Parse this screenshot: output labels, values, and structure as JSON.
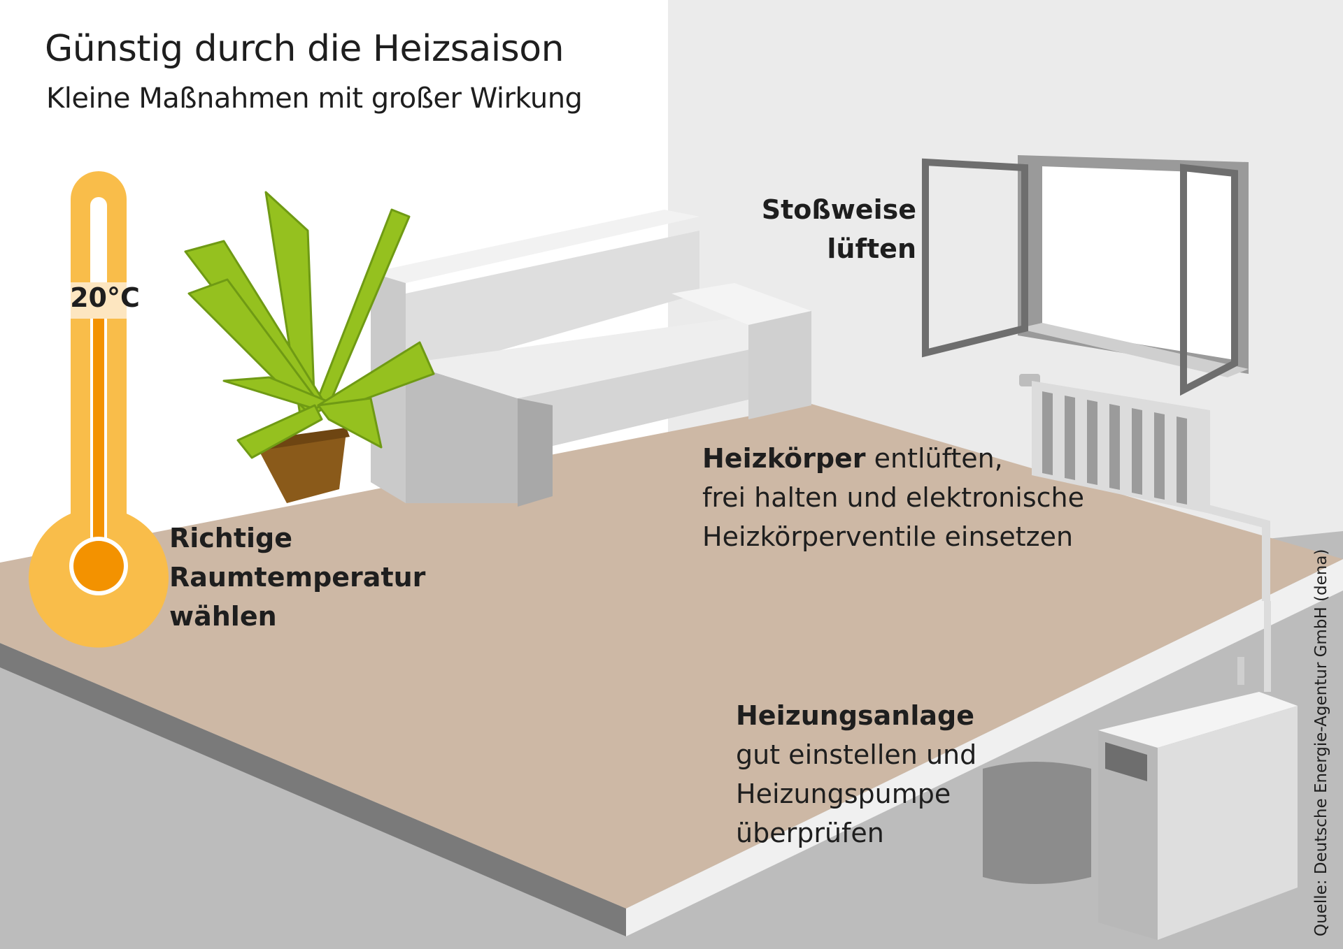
{
  "title": "Günstig durch die Heizsaison",
  "subtitle": "Kleine Maßnahmen mit großer Wirkung",
  "thermometer": {
    "value": "20°C"
  },
  "labels": {
    "temperature": [
      "Richtige",
      "Raumtemperatur",
      "wählen"
    ],
    "window": [
      "Stoßweise",
      "lüften"
    ],
    "radiator": {
      "bold": "Heizkörper",
      "line1_rest": " entlüften,",
      "line2": "frei halten und elektronische",
      "line3": "Heizkörperventile einsetzen"
    },
    "heating": {
      "bold": "Heizungsanlage",
      "line2": "gut einstellen und",
      "line3": "Heizungspumpe",
      "line4": "überprüfen"
    }
  },
  "source": "Quelle: Deutsche Energie-Agentur GmbH (dena)",
  "colors": {
    "wall_back": "#ebebeb",
    "floor": "#cdb8a5",
    "floor_edge_front": "#f0f0f0",
    "floor_edge_side": "#7a7a7a",
    "basement": "#bcbcbc",
    "thermometer_outer": "#f9bd4a",
    "thermometer_inner": "#f39200",
    "plant_leaf": "#95c11f",
    "plant_leaf_dark": "#6f9a14",
    "pot": "#8a5a1a"
  }
}
